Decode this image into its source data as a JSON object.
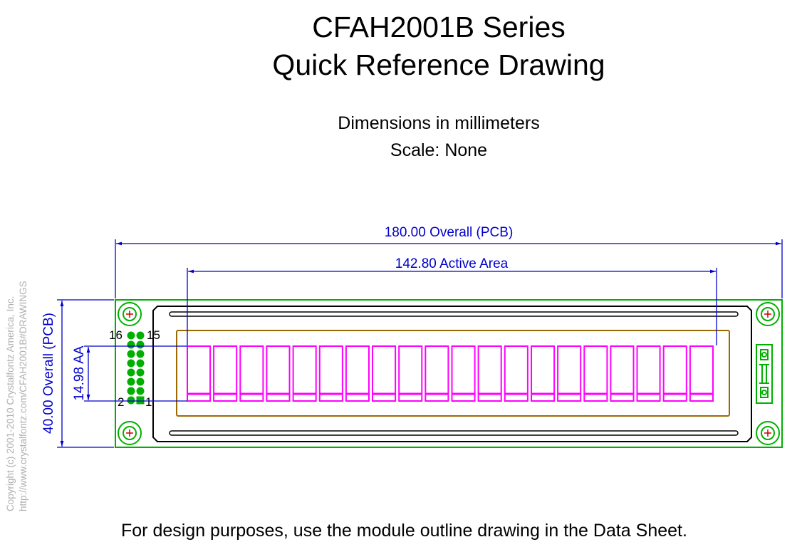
{
  "title": {
    "line1": "CFAH2001B Series",
    "line2": "Quick Reference Drawing"
  },
  "subtitle": {
    "units": "Dimensions in millimeters",
    "scale": "Scale: None"
  },
  "dimensions": {
    "overall_width": "180.00 Overall (PCB)",
    "active_width": "142.80 Active Area",
    "overall_height": "40.00 Overall (PCB)",
    "active_height": "14.98 AA"
  },
  "pins": {
    "top_left": "16",
    "top_right": "15",
    "bottom_left": "2",
    "bottom_right": "1"
  },
  "display": {
    "character_count": 20
  },
  "copyright": {
    "line1": "Copyright (c) 2001-2010 Crystalfontz America, Inc.",
    "line2": "http://www.crystalfontz.com/CFAH2001B#DRAWINGS"
  },
  "footer": "For design purposes, use the module outline drawing in the Data Sheet.",
  "colors": {
    "pcb": "#00b000",
    "dimension": "#0000cc",
    "bezel": "#9a6a00",
    "character": "#ff00ff",
    "hole": "#cc0000"
  }
}
